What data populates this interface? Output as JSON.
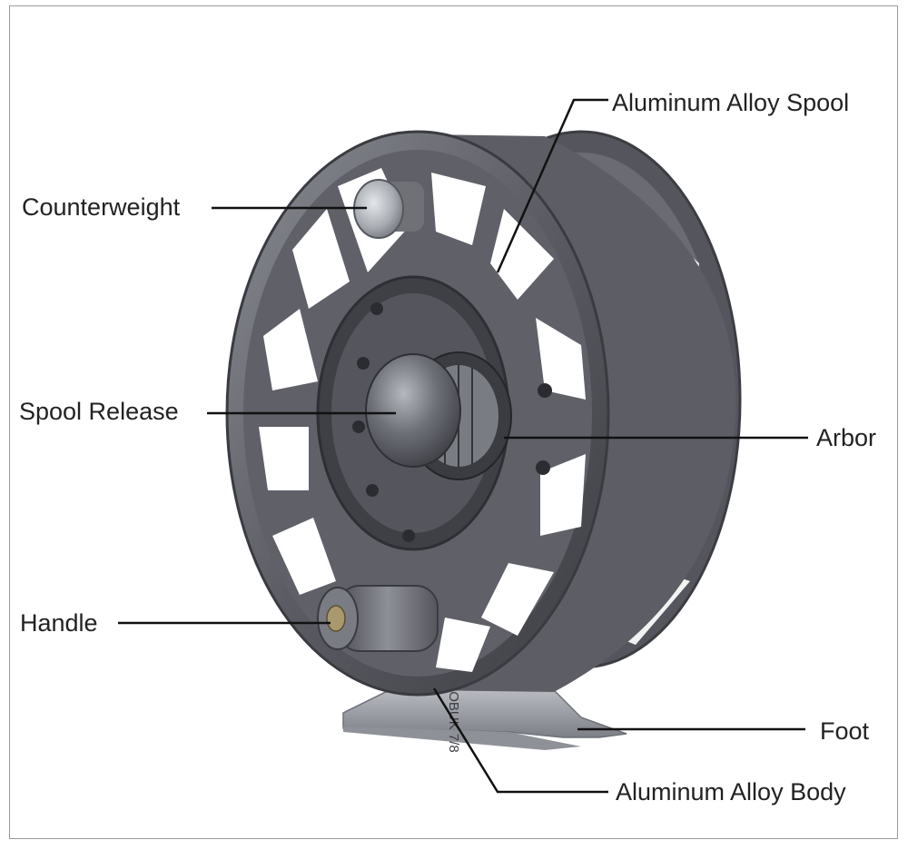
{
  "labels": {
    "aluminum_alloy_spool": "Aluminum Alloy Spool",
    "counterweight": "Counterweight",
    "spool_release": "Spool Release",
    "arbor": "Arbor",
    "handle": "Handle",
    "foot": "Foot",
    "aluminum_alloy_body": "Aluminum Alloy Body"
  },
  "engraving": "KOBUK 7/8",
  "colors": {
    "metal_dark": "#4a4b52",
    "metal_mid": "#6d6e76",
    "metal_light": "#a9abb2",
    "leader": "#111111",
    "text": "#222222"
  }
}
